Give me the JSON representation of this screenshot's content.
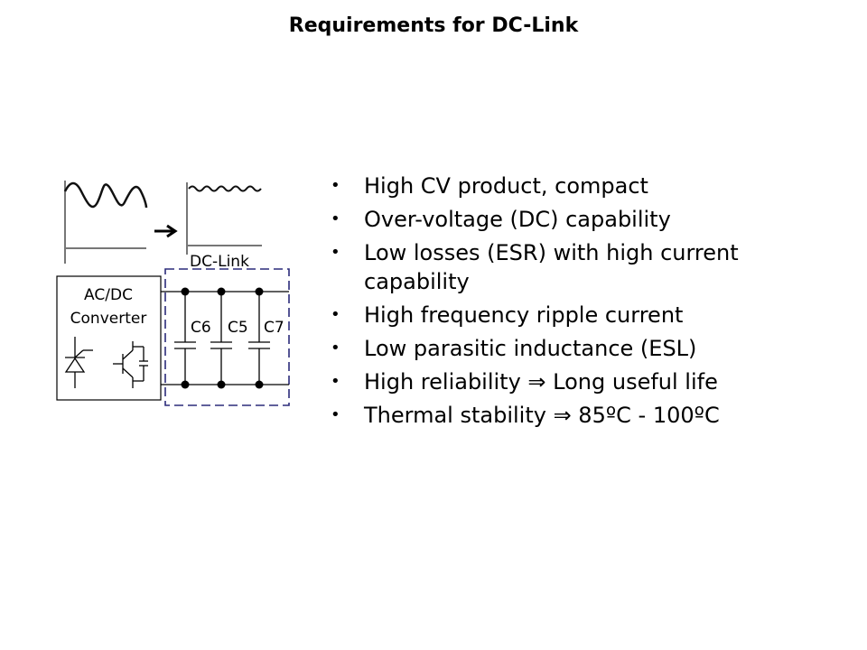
{
  "slide": {
    "title": "Requirements for DC-Link"
  },
  "diagram": {
    "converter_label_line1": "AC/DC",
    "converter_label_line2": "Converter",
    "dclink_label": "DC-Link",
    "capacitors": [
      "C6",
      "C5",
      "C7"
    ],
    "dclink_border_color": "#2b2b7a"
  },
  "bullets": [
    {
      "text": "High CV product, compact"
    },
    {
      "text": "Over-voltage (DC) capability"
    },
    {
      "text": "Low losses (ESR) with high current capability"
    },
    {
      "text": "High frequency ripple current"
    },
    {
      "text": "Low parasitic inductance (ESL)"
    },
    {
      "text": "High reliability ⇒ Long useful life"
    },
    {
      "text": "Thermal stability ⇒ 85ºC - 100ºC"
    }
  ],
  "bullet_glyph": "•"
}
